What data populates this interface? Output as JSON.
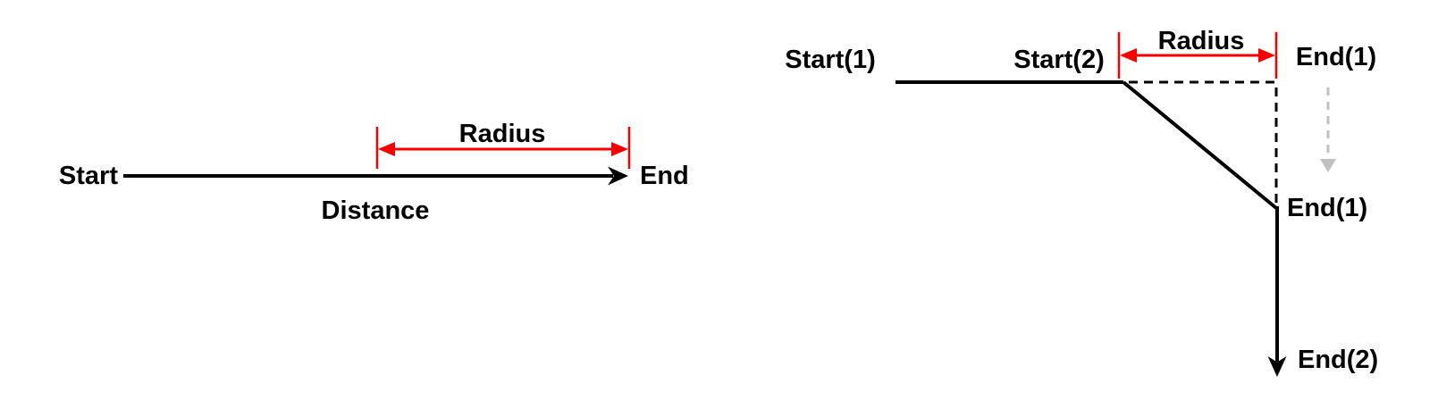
{
  "page": {
    "background": "#ffffff"
  },
  "colors": {
    "line": "#000000",
    "measure_red": "#f80000",
    "ghost_gray": "#ababab",
    "ghost_arrow_gray": "#c0c0c0"
  },
  "left_diagram": {
    "start_label": "Start",
    "end_label": "End",
    "radius_label": "Radius",
    "distance_label": "Distance"
  },
  "right_diagram": {
    "start1_label": "Start(1)",
    "start2_label": "Start(2)",
    "radius_label": "Radius",
    "end1_ghost_label": "End(1)",
    "end1_label": "End(1)",
    "end2_label": "End(2)"
  }
}
